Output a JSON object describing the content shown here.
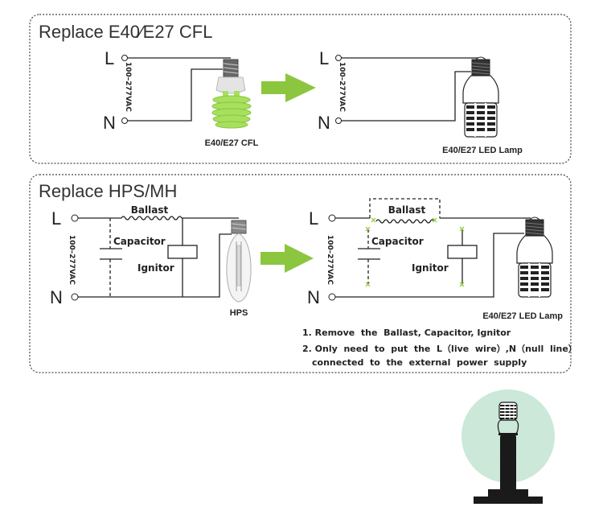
{
  "colors": {
    "arrow": "#8cc63f",
    "cfl_tube": "#a7e05a",
    "cap_x_mark": "#9bd04a",
    "glow": "#cbe8d9",
    "fixture": "#1a1a1a"
  },
  "panel1": {
    "title": "Replace E40∕E27 CFL",
    "before": {
      "terminal_l": "L",
      "terminal_n": "N",
      "voltage": "100–277VAC",
      "lamp_caption": "E40/E27 CFL"
    },
    "after": {
      "terminal_l": "L",
      "terminal_n": "N",
      "voltage": "100–277VAC",
      "lamp_caption": "E40/E27 LED Lamp"
    }
  },
  "panel2": {
    "title": "Replace HPS/MH",
    "before": {
      "terminal_l": "L",
      "terminal_n": "N",
      "voltage": "100–277VAC",
      "ballast": "Ballast",
      "capacitor": "Capacitor",
      "ignitor": "Ignitor",
      "lamp_caption": "HPS"
    },
    "after": {
      "terminal_l": "L",
      "terminal_n": "N",
      "voltage": "100–277VAC",
      "ballast": "Ballast",
      "capacitor": "Capacitor",
      "ignitor": "Ignitor",
      "lamp_caption": "E40/E27 LED Lamp"
    },
    "notes": [
      "1. Remove  the  Ballast, Capacitor, Ignitor",
      "2. Only  need  to  put  the  L（live  wire）,N（null  line）",
      "connected  to  the  external  power  supply"
    ]
  },
  "icons": {
    "arrow": "right-arrow",
    "fixture": "led-lamp-fixture"
  }
}
